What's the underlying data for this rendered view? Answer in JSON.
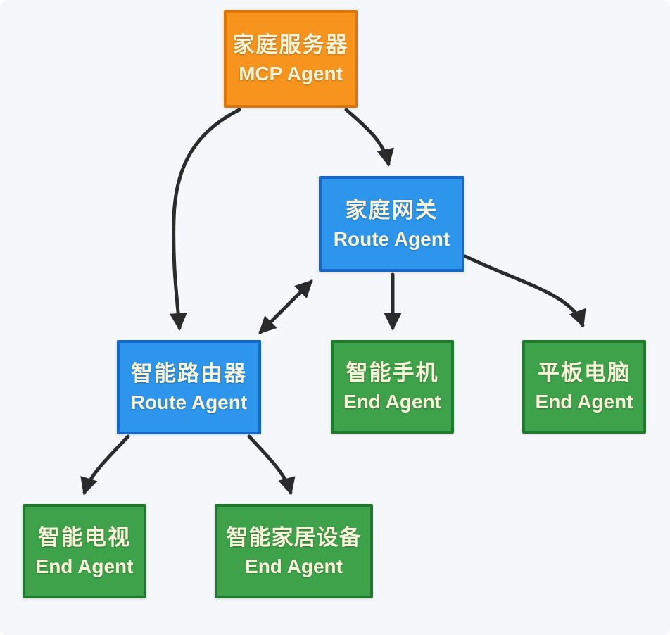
{
  "background": "#f5f7fa",
  "colors": {
    "background": "#f5f7fa",
    "orange_fill": "#f7941d",
    "orange_border": "#e07504",
    "blue_fill": "#2d96ec",
    "blue_border": "#1668c8",
    "green_fill": "#3ea24b",
    "green_border": "#1f7a2d",
    "arrow": "#2b2b2b",
    "text": "#fbf4da"
  },
  "nodes": {
    "home_server": {
      "title": "家庭服务器",
      "subtitle": "MCP Agent",
      "type": "mcp-agent"
    },
    "home_gateway": {
      "title": "家庭网关",
      "subtitle": "Route Agent",
      "type": "route-agent"
    },
    "smart_router": {
      "title": "智能路由器",
      "subtitle": "Route Agent",
      "type": "route-agent"
    },
    "smartphone": {
      "title": "智能手机",
      "subtitle": "End Agent",
      "type": "end-agent"
    },
    "tablet": {
      "title": "平板电脑",
      "subtitle": "End Agent",
      "type": "end-agent"
    },
    "smart_tv": {
      "title": "智能电视",
      "subtitle": "End Agent",
      "type": "end-agent"
    },
    "smart_home": {
      "title": "智能家居设备",
      "subtitle": "End Agent",
      "type": "end-agent"
    }
  },
  "edges": [
    {
      "from": "home_server",
      "to": "smart_router",
      "direction": "one-way"
    },
    {
      "from": "home_server",
      "to": "home_gateway",
      "direction": "one-way"
    },
    {
      "from": "home_gateway",
      "to": "smart_router",
      "direction": "two-way"
    },
    {
      "from": "home_gateway",
      "to": "smartphone",
      "direction": "one-way"
    },
    {
      "from": "home_gateway",
      "to": "tablet",
      "direction": "one-way"
    },
    {
      "from": "smart_router",
      "to": "smart_tv",
      "direction": "one-way"
    },
    {
      "from": "smart_router",
      "to": "smart_home",
      "direction": "one-way"
    }
  ]
}
